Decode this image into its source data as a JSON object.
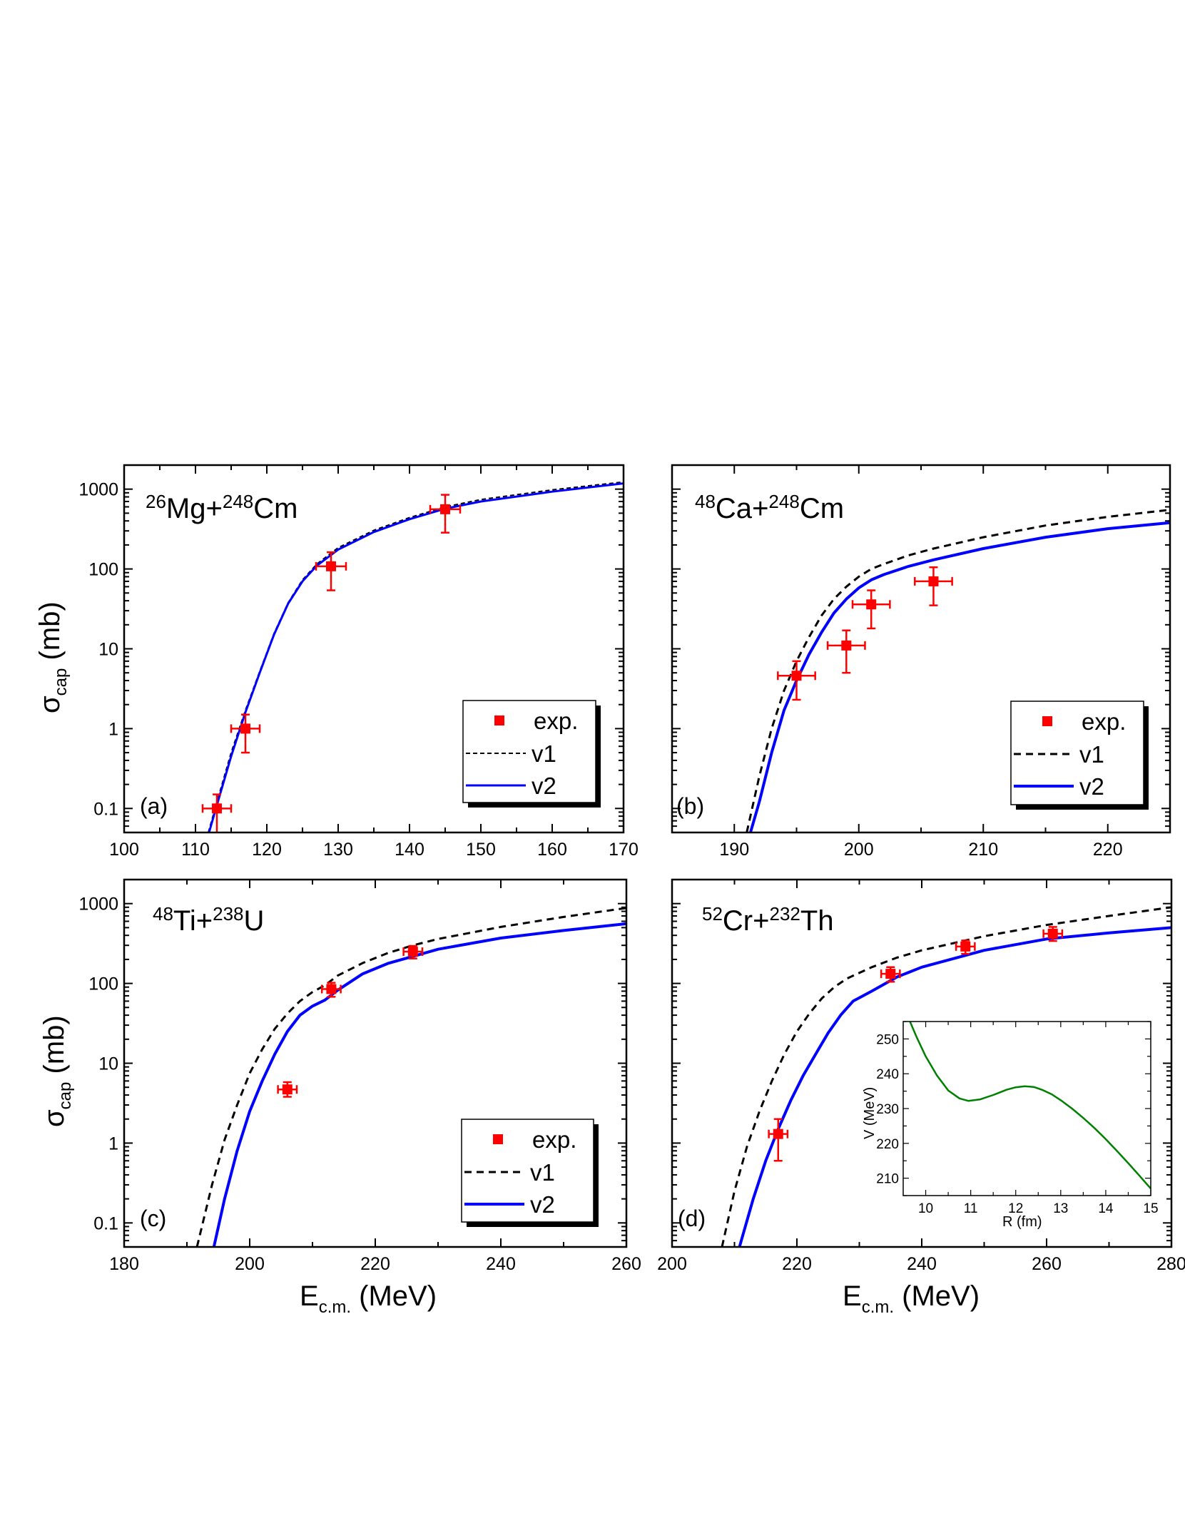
{
  "figure": {
    "x_axis_title_main": "E",
    "x_axis_title_sub": "c.m.",
    "x_axis_title_unit": " (MeV)",
    "y_axis_title_main": "σ",
    "y_axis_title_sub": "cap",
    "y_axis_title_unit": " (mb)"
  },
  "legend": {
    "exp": "exp.",
    "v1": "v1",
    "v2": "v2"
  },
  "colors": {
    "exp": "#ff0000",
    "v1": "#000000",
    "v2": "#0000ff",
    "inset": "#008000"
  },
  "panels": [
    {
      "letter": "(a)",
      "system": {
        "proj_A": "26",
        "proj": "Mg",
        "plus": "+",
        "targ_A": "248",
        "targ": "Cm"
      }
    },
    {
      "letter": "(b)",
      "system": {
        "proj_A": "48",
        "proj": "Ca",
        "plus": "+",
        "targ_A": "248",
        "targ": "Cm"
      }
    },
    {
      "letter": "(c)",
      "system": {
        "proj_A": "48",
        "proj": "Ti",
        "plus": "+",
        "targ_A": "238",
        "targ": "U"
      }
    },
    {
      "letter": "(d)",
      "system": {
        "proj_A": "52",
        "proj": "Cr",
        "plus": "+",
        "targ_A": "232",
        "targ": "Th"
      }
    }
  ],
  "inset": {
    "xlabel": "R (fm)",
    "ylabel": "V (MeV)"
  },
  "chart_data": [
    {
      "type": "line",
      "panel": "(a)",
      "title": "26Mg+248Cm",
      "xlabel": "E_c.m. (MeV)",
      "ylabel": "σ_cap (mb)",
      "xlim": [
        100,
        170
      ],
      "ylim": [
        0.05,
        2000
      ],
      "yscale": "log",
      "xticks": [
        100,
        110,
        120,
        130,
        140,
        150,
        160,
        170
      ],
      "yticks": [
        0.1,
        1,
        10,
        100,
        1000
      ],
      "ytick_labels": [
        "0.1",
        "1",
        "10",
        "100",
        "1000"
      ],
      "legend_position": "lower right",
      "series": [
        {
          "name": "exp.",
          "kind": "points",
          "x": [
            113,
            117,
            129,
            145
          ],
          "y": [
            0.1,
            1.0,
            108,
            560
          ],
          "xerr": [
            2,
            2,
            2.1,
            2.1
          ],
          "ylow": [
            0.04,
            0.5,
            54,
            285
          ],
          "yhigh": [
            0.15,
            1.5,
            162,
            850
          ]
        },
        {
          "name": "v1",
          "kind": "dashed",
          "x": [
            111.8,
            113,
            115,
            117,
            119,
            121,
            123,
            125,
            127,
            130,
            135,
            140,
            145,
            150,
            160,
            170
          ],
          "y": [
            0.05,
            0.12,
            0.5,
            1.7,
            5.2,
            15.5,
            38,
            73,
            115,
            185,
            305,
            440,
            600,
            740,
            980,
            1230
          ]
        },
        {
          "name": "v2",
          "kind": "solid",
          "x": [
            111.9,
            113,
            115,
            117,
            119,
            121,
            123,
            125,
            127,
            130,
            135,
            140,
            145,
            150,
            160,
            170
          ],
          "y": [
            0.05,
            0.11,
            0.45,
            1.6,
            5,
            15,
            37,
            70,
            110,
            175,
            290,
            420,
            570,
            700,
            930,
            1180
          ]
        }
      ]
    },
    {
      "type": "line",
      "panel": "(b)",
      "title": "48Ca+248Cm",
      "xlabel": "E_c.m. (MeV)",
      "ylabel": "σ_cap (mb)",
      "xlim": [
        185,
        225
      ],
      "ylim": [
        0.05,
        2000
      ],
      "yscale": "log",
      "xticks": [
        190,
        200,
        210,
        220
      ],
      "yticks": [
        0.1,
        1,
        10,
        100,
        1000
      ],
      "ytick_labels": [
        "",
        "",
        "",
        "",
        ""
      ],
      "legend_position": "lower right",
      "series": [
        {
          "name": "exp.",
          "kind": "points",
          "x": [
            195,
            199,
            201,
            206
          ],
          "y": [
            4.6,
            11,
            36,
            70
          ],
          "xerr": [
            1.5,
            1.5,
            1.5,
            1.5
          ],
          "ylow": [
            2.3,
            5,
            18,
            35
          ],
          "yhigh": [
            7,
            17,
            54,
            105
          ]
        },
        {
          "name": "v1",
          "kind": "dashed",
          "x": [
            191,
            192,
            193,
            194,
            195,
            196,
            197,
            198,
            199,
            200,
            201,
            202,
            204,
            206,
            210,
            215,
            220,
            225
          ],
          "y": [
            0.05,
            0.25,
            1.0,
            3,
            7,
            14,
            26,
            42,
            60,
            80,
            100,
            115,
            148,
            180,
            250,
            350,
            450,
            550
          ]
        },
        {
          "name": "v2",
          "kind": "solid",
          "x": [
            191.3,
            192,
            193,
            194,
            195,
            196,
            197,
            198,
            199,
            200,
            201,
            202,
            204,
            206,
            210,
            215,
            220,
            225
          ],
          "y": [
            0.05,
            0.12,
            0.5,
            1.7,
            4,
            8.5,
            16,
            28,
            42,
            58,
            73,
            85,
            108,
            130,
            180,
            250,
            320,
            380
          ]
        }
      ]
    },
    {
      "type": "line",
      "panel": "(c)",
      "title": "48Ti+238U",
      "xlabel": "E_c.m. (MeV)",
      "ylabel": "σ_cap (mb)",
      "xlim": [
        180,
        260
      ],
      "ylim": [
        0.05,
        2000
      ],
      "yscale": "log",
      "xticks": [
        180,
        200,
        220,
        240,
        260
      ],
      "yticks": [
        0.1,
        1,
        10,
        100,
        1000
      ],
      "ytick_labels": [
        "0.1",
        "1",
        "10",
        "100",
        "1000"
      ],
      "legend_position": "lower right",
      "series": [
        {
          "name": "exp.",
          "kind": "points",
          "x": [
            206,
            213,
            226
          ],
          "y": [
            4.7,
            85,
            250
          ],
          "xerr": [
            1.5,
            1.5,
            1.5
          ],
          "ylow": [
            3.8,
            68,
            205
          ],
          "yhigh": [
            5.8,
            102,
            295
          ]
        },
        {
          "name": "v1",
          "kind": "dashed",
          "x": [
            191.6,
            194,
            196,
            198,
            200,
            202,
            204,
            206,
            208,
            210,
            212,
            214,
            218,
            222,
            226,
            230,
            240,
            250,
            260
          ],
          "y": [
            0.05,
            0.3,
            1.1,
            3,
            7.5,
            15,
            27,
            42,
            60,
            78,
            95,
            125,
            180,
            240,
            300,
            360,
            510,
            680,
            880
          ]
        },
        {
          "name": "v2",
          "kind": "solid",
          "x": [
            194.3,
            196,
            198,
            200,
            202,
            204,
            206,
            208,
            210,
            212,
            214,
            218,
            222,
            226,
            230,
            240,
            250,
            260
          ],
          "y": [
            0.05,
            0.2,
            0.8,
            2.5,
            6,
            13,
            25,
            40,
            52,
            62,
            82,
            132,
            178,
            218,
            268,
            370,
            460,
            560
          ]
        }
      ]
    },
    {
      "type": "line",
      "panel": "(d)",
      "title": "52Cr+232Th",
      "xlabel": "E_c.m. (MeV)",
      "ylabel": "σ_cap (mb)",
      "xlim": [
        200,
        280
      ],
      "ylim": [
        0.05,
        2000
      ],
      "yscale": "log",
      "xticks": [
        200,
        220,
        240,
        260,
        280
      ],
      "yticks": [
        0.1,
        1,
        10,
        100,
        1000
      ],
      "ytick_labels": [
        "",
        "",
        "",
        "",
        ""
      ],
      "series": [
        {
          "name": "exp.",
          "kind": "points",
          "x": [
            217,
            235,
            247,
            261
          ],
          "y": [
            1.3,
            132,
            290,
            420
          ],
          "xerr": [
            1.5,
            1.5,
            1.5,
            1.5
          ],
          "ylow": [
            0.6,
            105,
            235,
            340
          ],
          "yhigh": [
            2.0,
            160,
            345,
            510
          ]
        },
        {
          "name": "v1",
          "kind": "dashed",
          "x": [
            208,
            210,
            212,
            214,
            216,
            218,
            220,
            222,
            224,
            226,
            228,
            232,
            236,
            240,
            250,
            260,
            270,
            280
          ],
          "y": [
            0.05,
            0.25,
            0.9,
            2.5,
            6,
            13,
            25,
            42,
            65,
            90,
            115,
            160,
            210,
            260,
            390,
            540,
            700,
            900
          ]
        },
        {
          "name": "v2",
          "kind": "solid",
          "x": [
            210.8,
            213,
            215,
            217,
            219,
            221,
            223,
            225,
            227,
            229,
            232,
            236,
            240,
            250,
            260,
            270,
            280
          ],
          "y": [
            0.05,
            0.2,
            0.6,
            1.5,
            3.4,
            7,
            13,
            24,
            40,
            60,
            80,
            120,
            160,
            260,
            360,
            430,
            500
          ]
        }
      ],
      "inset": {
        "type": "line",
        "xlabel": "R (fm)",
        "ylabel": "V (MeV)",
        "xlim": [
          9.5,
          15
        ],
        "ylim": [
          205,
          255
        ],
        "xticks": [
          10,
          11,
          12,
          13,
          14,
          15
        ],
        "yticks": [
          210,
          220,
          230,
          240,
          250
        ],
        "x": [
          9.65,
          9.8,
          10.0,
          10.25,
          10.5,
          10.75,
          10.95,
          11.2,
          11.5,
          11.8,
          12.0,
          12.2,
          12.4,
          12.6,
          12.8,
          13.0,
          13.25,
          13.5,
          13.75,
          14.0,
          14.25,
          14.5,
          14.75,
          15.0
        ],
        "y": [
          255,
          250.5,
          245,
          239.5,
          235.2,
          232.9,
          232.2,
          232.6,
          233.9,
          235.4,
          236.1,
          236.4,
          236.2,
          235.3,
          234.1,
          232.4,
          230.0,
          227.3,
          224.4,
          221.2,
          217.8,
          214.3,
          210.7,
          207.0
        ]
      }
    }
  ]
}
